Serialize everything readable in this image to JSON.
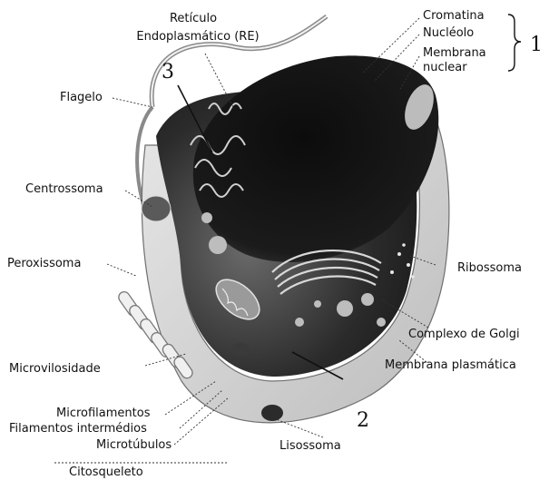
{
  "diagram": {
    "labels": {
      "reticulo": "Retículo",
      "endoplasmatico": "Endoplasmático (RE)",
      "cromatina": "Cromatina",
      "nucleolo": "Nucléolo",
      "membrana": "Membrana",
      "nuclear": "nuclear",
      "flagelo": "Flagelo",
      "centrossoma": "Centrossoma",
      "peroxissoma": "Peroxissoma",
      "ribossoma": "Ribossoma",
      "complexo_golgi": "Complexo de Golgi",
      "membrana_plasmatica": "Membrana plasmática",
      "microvilosidade": "Microvilosidade",
      "microfilamentos": "Microfilamentos",
      "filamentos_intermedios": "Filamentos intermédios",
      "microtubulos": "Microtúbulos",
      "lisossoma": "Lisossoma",
      "citosqueleto": "Citosqueleto"
    },
    "numbers": {
      "n1": "1",
      "n2": "2",
      "n3": "3"
    }
  }
}
